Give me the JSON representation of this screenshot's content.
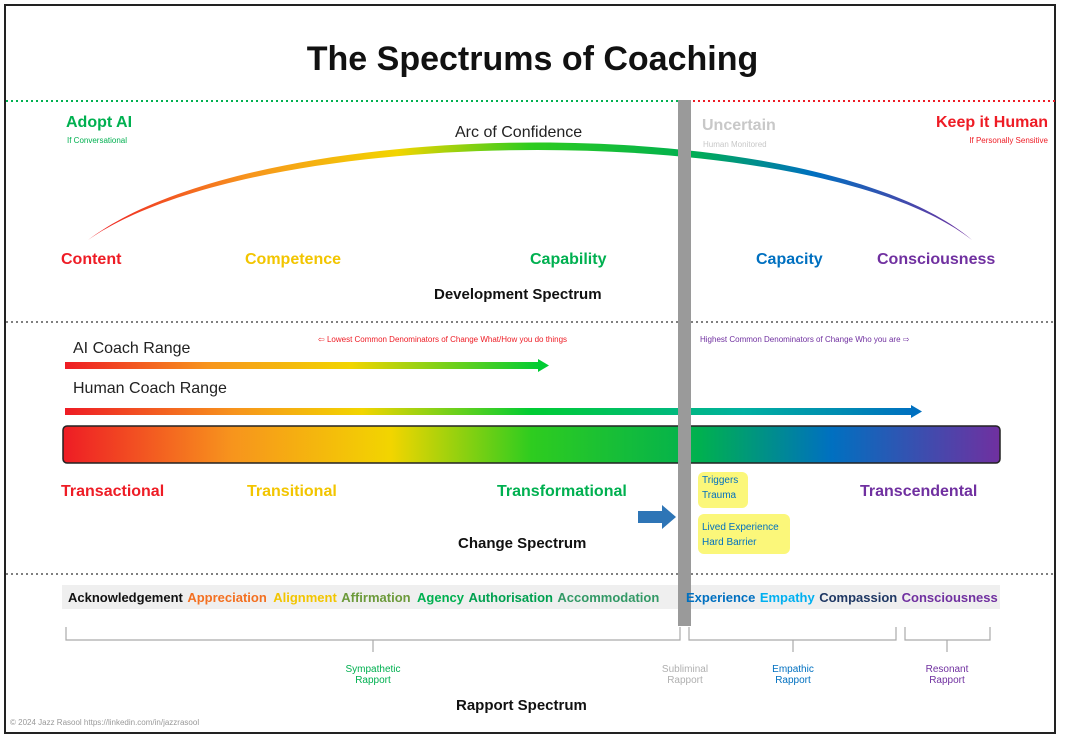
{
  "title": "The Spectrums of Coaching",
  "top_zones": {
    "left": {
      "heading": "Adopt AI",
      "sub": "If Conversational"
    },
    "middle": {
      "heading": "Uncertain",
      "sub": "Human Monitored"
    },
    "right": {
      "heading": "Keep it Human",
      "sub": "If Personally Sensitive"
    }
  },
  "arc_label": "Arc of Confidence",
  "development": {
    "stages": [
      "Content",
      "Competence",
      "Capability",
      "Capacity",
      "Consciousness"
    ],
    "label": "Development Spectrum"
  },
  "ranges": {
    "ai": "AI Coach Range",
    "human": "Human Coach Range",
    "lowest_note": "Lowest Common Denominators of Change What/How you do things",
    "highest_note": "Highest Common Denominators of Change Who you are"
  },
  "change": {
    "stages": [
      "Transactional",
      "Transitional",
      "Transformational",
      "Transcendental"
    ],
    "label": "Change Spectrum",
    "highlights": [
      "Triggers",
      "Trauma",
      "Lived Experience",
      "Hard Barrier"
    ]
  },
  "rapport": {
    "steps": [
      "Acknowledgement",
      "Appreciation",
      "Alignment",
      "Affirmation",
      "Agency",
      "Authorisation",
      "Accommodation",
      "Experience",
      "Empathy",
      "Compassion",
      "Consciousness"
    ],
    "groups": [
      {
        "line1": "Sympathetic",
        "line2": "Rapport"
      },
      {
        "line1": "Subliminal",
        "line2": "Rapport"
      },
      {
        "line1": "Empathic",
        "line2": "Rapport"
      },
      {
        "line1": "Resonant",
        "line2": "Rapport"
      }
    ],
    "label": "Rapport Spectrum"
  },
  "footer": "© 2024 Jazz Rasool https://linkedin.com/in/jazzrasool",
  "colors": {
    "red": "#ee1c25",
    "orange": "#f7941d",
    "yellow": "#f2c500",
    "green": "#00b050",
    "blue": "#0070c0",
    "purple": "#7030a0",
    "divider_gray": "#9a9a9a"
  }
}
